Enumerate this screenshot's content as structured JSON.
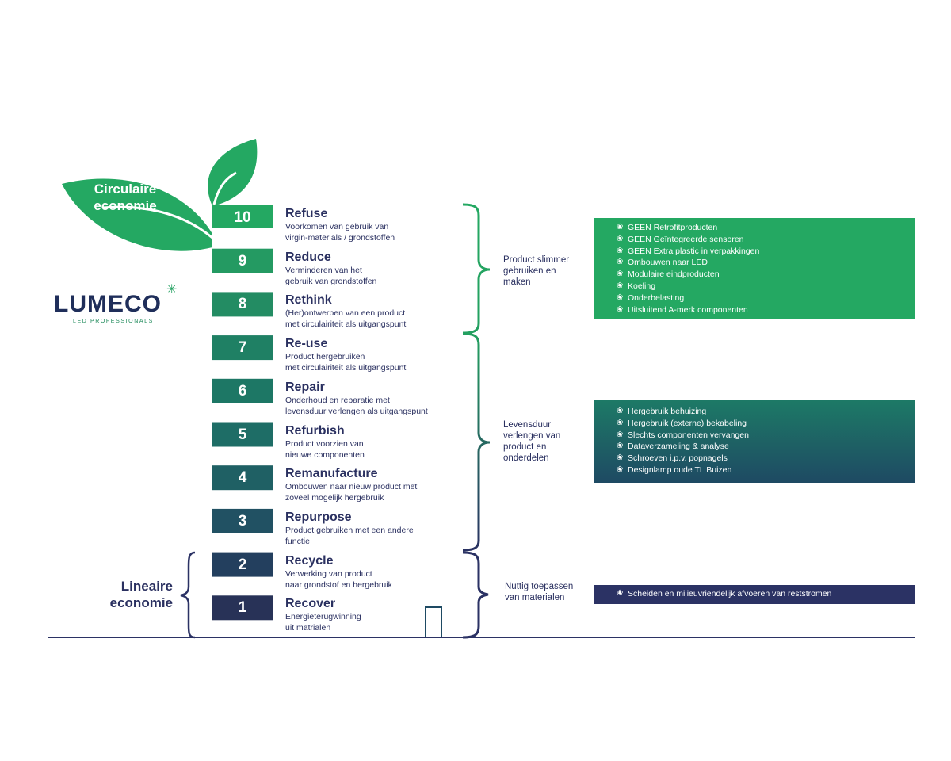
{
  "logo": {
    "word": "LUMECO",
    "tagline": "LED PROFESSIONALS"
  },
  "circular_label": [
    "Circulaire",
    "economie"
  ],
  "linear_label": [
    "Lineaire",
    "economie"
  ],
  "steps": [
    {
      "number": "10",
      "title": "Refuse",
      "description": [
        "Voorkomen van gebruik van",
        "virgin-materials / grondstoffen"
      ]
    },
    {
      "number": "9",
      "title": "Reduce",
      "description": [
        "Verminderen van het",
        "gebruik van grondstoffen"
      ]
    },
    {
      "number": "8",
      "title": "Rethink",
      "description": [
        "(Her)ontwerpen van een product",
        "met circulairiteit als uitgangspunt"
      ]
    },
    {
      "number": "7",
      "title": "Re-use",
      "description": [
        "Product hergebruiken",
        "met circulairiteit als uitgangspunt"
      ]
    },
    {
      "number": "6",
      "title": "Repair",
      "description": [
        "Onderhoud en reparatie met",
        "levensduur verlengen als uitgangspunt"
      ]
    },
    {
      "number": "5",
      "title": "Refurbish",
      "description": [
        "Product voorzien van",
        "nieuwe componenten"
      ]
    },
    {
      "number": "4",
      "title": "Remanufacture",
      "description": [
        "Ombouwen naar nieuw product met",
        "zoveel mogelijk hergebruik"
      ]
    },
    {
      "number": "3",
      "title": "Repurpose",
      "description": [
        "Product gebruiken met een andere",
        "functie"
      ]
    },
    {
      "number": "2",
      "title": "Recycle",
      "description": [
        "Verwerking van product",
        "naar grondstof en hergebruik"
      ]
    },
    {
      "number": "1",
      "title": "Recover",
      "description": [
        "Energieterugwinning",
        "uit matrialen"
      ]
    }
  ],
  "groups": [
    {
      "label": [
        "Product slimmer",
        "gebruiken en",
        "maken"
      ],
      "items": [
        "GEEN Retrofitproducten",
        "GEEN Geïntegreerde sensoren",
        "GEEN Extra plastic in verpakkingen",
        "Ombouwen naar LED",
        "Modulaire eindproducten",
        "Koeling",
        "Onderbelasting",
        "Uitsluitend A-merk componenten"
      ]
    },
    {
      "label": [
        "Levensduur",
        "verlengen van",
        "product en",
        "onderdelen"
      ],
      "items": [
        "Hergebruik behuizing",
        "Hergebruik (externe) bekabeling",
        "Slechts componenten vervangen",
        "Dataverzameling & analyse",
        "Schroeven i.p.v. popnagels",
        "Designlamp oude TL Buizen"
      ]
    },
    {
      "label": [
        "Nuttig toepassen",
        "van materialen"
      ],
      "items": [
        "Scheiden en milieuvriendelijk afvoeren van reststromen"
      ]
    }
  ],
  "colors": {
    "green": "#24a862",
    "teal": "#1d7a66",
    "navy": "#2b3264",
    "text": "#2a3060"
  },
  "icons": {
    "bullet": "gear-icon",
    "logo_mark": "asterisk-icon"
  }
}
